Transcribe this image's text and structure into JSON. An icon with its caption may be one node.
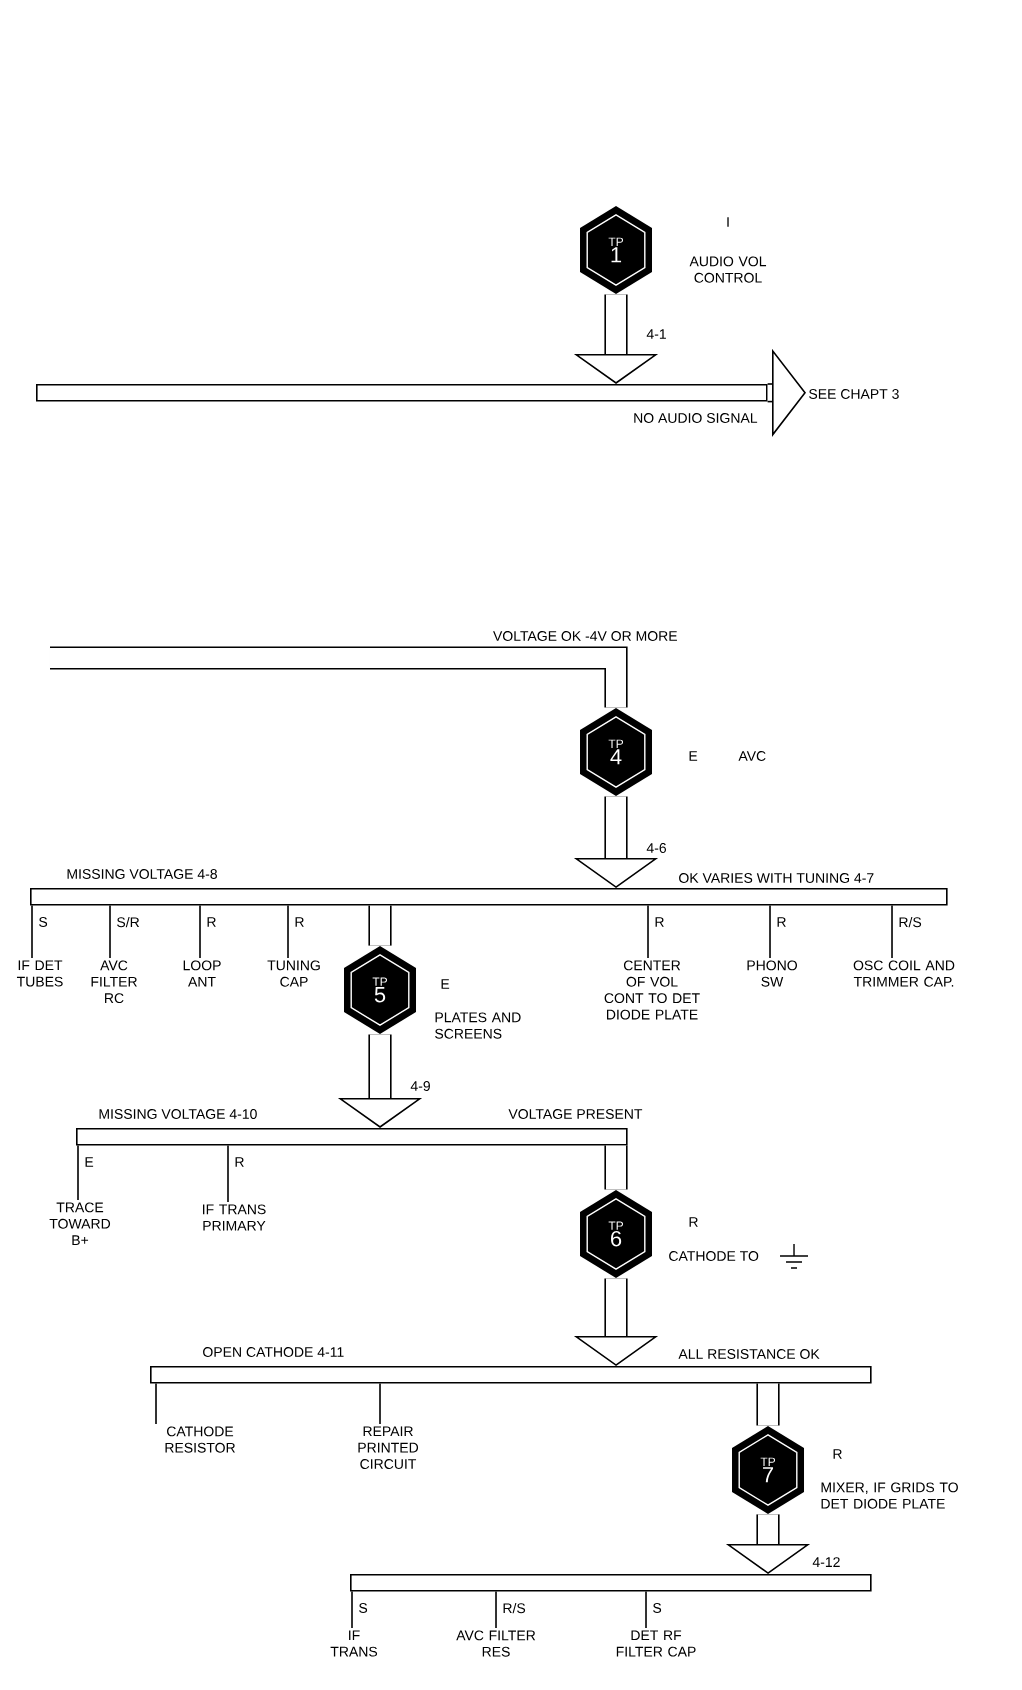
{
  "diagram": {
    "nodes": [
      {
        "text": [
          "TP",
          "1"
        ],
        "beside": [
          "I",
          "AUDIO VOL CONTROL"
        ]
      },
      {
        "text": [],
        "shape": "bar"
      },
      {
        "text": [
          "SEE CHAPT 3"
        ]
      },
      {
        "text": [
          "TP",
          "4"
        ],
        "beside": [
          "E",
          "AVC"
        ]
      },
      {
        "text": [],
        "shape": "bar"
      },
      {
        "text": [
          "IF DET TUBES"
        ]
      },
      {
        "text": [
          "AVC FILTER RC"
        ]
      },
      {
        "text": [
          "LOOP ANT"
        ]
      },
      {
        "text": [
          "TUNING CAP"
        ]
      },
      {
        "text": [
          "TP",
          "5"
        ],
        "beside": [
          "E",
          "PLATES AND SCREENS"
        ]
      },
      {
        "text": [
          "CENTER OF VOL CONT TO DET DIODE PLATE"
        ]
      },
      {
        "text": [
          "PHONO SW"
        ]
      },
      {
        "text": [
          "OSC COIL AND TRIMMER CAP."
        ]
      },
      {
        "text": [],
        "shape": "bar"
      },
      {
        "text": [
          "TRACE TOWARD B+"
        ]
      },
      {
        "text": [
          "IF TRANS PRIMARY"
        ]
      },
      {
        "text": [
          "TP",
          "6"
        ],
        "beside": [
          "R",
          "CATHODE TO"
        ]
      },
      {
        "text": [],
        "shape": "bar"
      },
      {
        "text": [
          "CATHODE RESISTOR"
        ]
      },
      {
        "text": [
          "REPAIR PRINTED CIRCUIT"
        ]
      },
      {
        "text": [
          "TP",
          "7"
        ],
        "beside": [
          "R",
          "MIXER, IF GRIDS TO DET DIODE PLATE"
        ]
      },
      {
        "text": [],
        "shape": "bar"
      },
      {
        "text": [
          "IF TRANS"
        ]
      },
      {
        "text": [
          "AVC FILTER RES"
        ]
      },
      {
        "text": [
          "DET RF FILTER CAP"
        ]
      }
    ],
    "edges": [
      {
        "from": 0,
        "to": 1,
        "arrow": "to",
        "label": "4-1",
        "style": "thick"
      },
      {
        "from": 1,
        "to": 2,
        "arrow": "to",
        "label": "NO AUDIO SIGNAL",
        "style": "thick"
      },
      {
        "from": null,
        "to": 3,
        "arrow": "none",
        "label": "VOLTAGE OK -4V OR MORE",
        "style": "thick"
      },
      {
        "from": 3,
        "to": 4,
        "arrow": "to",
        "label": "4-6",
        "style": "thick"
      },
      {
        "from": 4,
        "to": 5,
        "arrow": "none",
        "label": "S"
      },
      {
        "from": 4,
        "to": 6,
        "arrow": "none",
        "label": "S/R"
      },
      {
        "from": 4,
        "to": 7,
        "arrow": "none",
        "label": "R"
      },
      {
        "from": 4,
        "to": 8,
        "arrow": "none",
        "label": "R"
      },
      {
        "from": 4,
        "to": 9,
        "arrow": "none",
        "style": "thick"
      },
      {
        "from": 4,
        "to": 10,
        "arrow": "none",
        "label": "R"
      },
      {
        "from": 4,
        "to": 11,
        "arrow": "none",
        "label": "R"
      },
      {
        "from": 4,
        "to": 12,
        "arrow": "none",
        "label": "R/S"
      },
      {
        "from": 9,
        "to": 13,
        "arrow": "to",
        "label": "4-9",
        "style": "thick"
      },
      {
        "from": 13,
        "to": 14,
        "arrow": "none",
        "label": "E"
      },
      {
        "from": 13,
        "to": 15,
        "arrow": "none",
        "label": "R"
      },
      {
        "from": 13,
        "to": 16,
        "arrow": "none",
        "style": "thick"
      },
      {
        "from": 16,
        "to": 17,
        "arrow": "to",
        "style": "thick"
      },
      {
        "from": 17,
        "to": 18,
        "arrow": "none"
      },
      {
        "from": 17,
        "to": 19,
        "arrow": "none"
      },
      {
        "from": 17,
        "to": 20,
        "arrow": "none",
        "style": "thick"
      },
      {
        "from": 20,
        "to": 21,
        "arrow": "to",
        "label": "4-12",
        "style": "thick"
      },
      {
        "from": 21,
        "to": 22,
        "arrow": "none",
        "label": "S"
      },
      {
        "from": 21,
        "to": 23,
        "arrow": "none",
        "label": "R/S"
      },
      {
        "from": 21,
        "to": 24,
        "arrow": "none",
        "label": "S"
      }
    ],
    "labels": [
      "MISSING VOLTAGE 4-8",
      "OK VARIES WITH TUNING 4-7",
      "MISSING VOLTAGE 4-10",
      "VOLTAGE PRESENT",
      "OPEN CATHODE 4-11",
      "ALL RESISTANCE OK"
    ]
  }
}
